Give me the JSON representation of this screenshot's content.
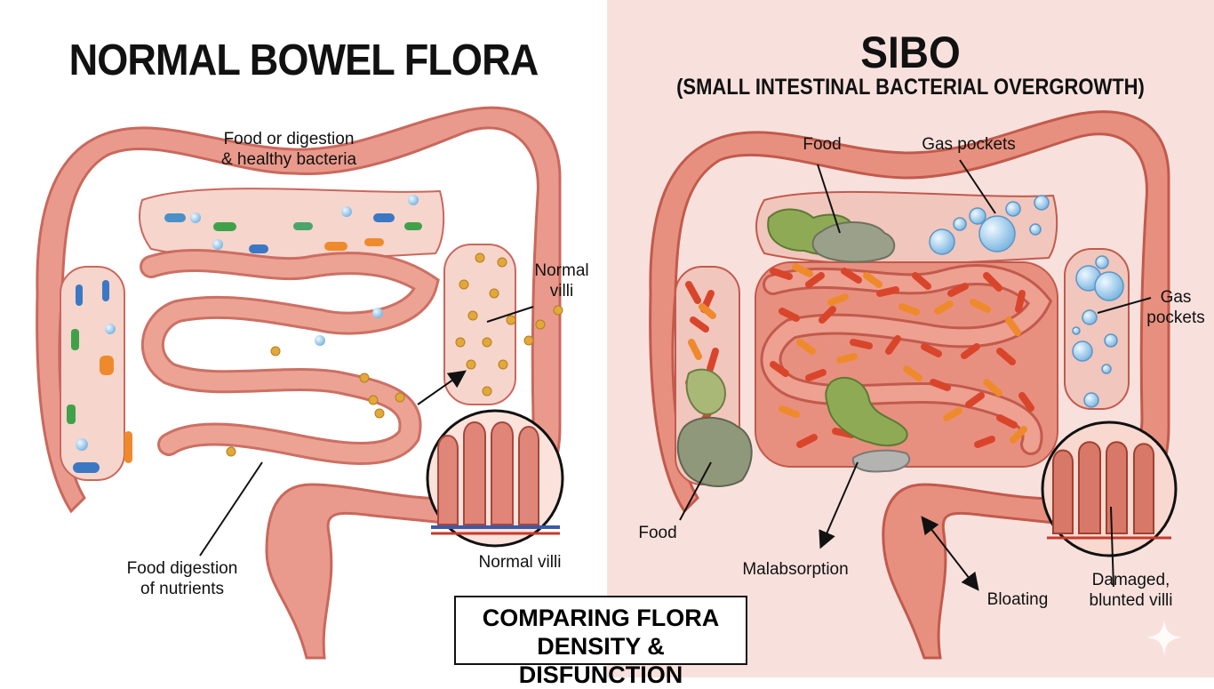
{
  "left_panel": {
    "title": "NORMAL BOWEL FLORA",
    "labels": {
      "food_bacteria_line1": "Food or digestion",
      "food_bacteria_line2": "& healthy bacteria",
      "normal_villi_line1": "Normal",
      "normal_villi_line2": "villi",
      "food_digestion_line1": "Food digestion",
      "food_digestion_line2": "of nutrients",
      "normal_villi_inset": "Normal villi"
    }
  },
  "right_panel": {
    "title": "SIBO",
    "subtitle": "(SMALL INTESTINAL BACTERIAL OVERGROWTH)",
    "labels": {
      "food_top": "Food",
      "gas_pockets_top": "Gas pockets",
      "gas_pockets_right_line1": "Gas",
      "gas_pockets_right_line2": "pockets",
      "food_bottom": "Food",
      "malabsorption": "Malabsorption",
      "bloating": "Bloating",
      "damaged_villi_line1": "Damaged,",
      "damaged_villi_line2": "blunted villi"
    }
  },
  "caption": {
    "line1": "COMPARING FLORA",
    "line2": "DENSITY & DISFUNCTION"
  },
  "colors": {
    "intestine": "#e99a8c",
    "intestine_dark": "#c9685c",
    "right_background": "#f8e1dd",
    "bacteria_red": "#d9452b",
    "bacteria_orange": "#ef8a2c",
    "bubble": "#a9d4f0"
  }
}
